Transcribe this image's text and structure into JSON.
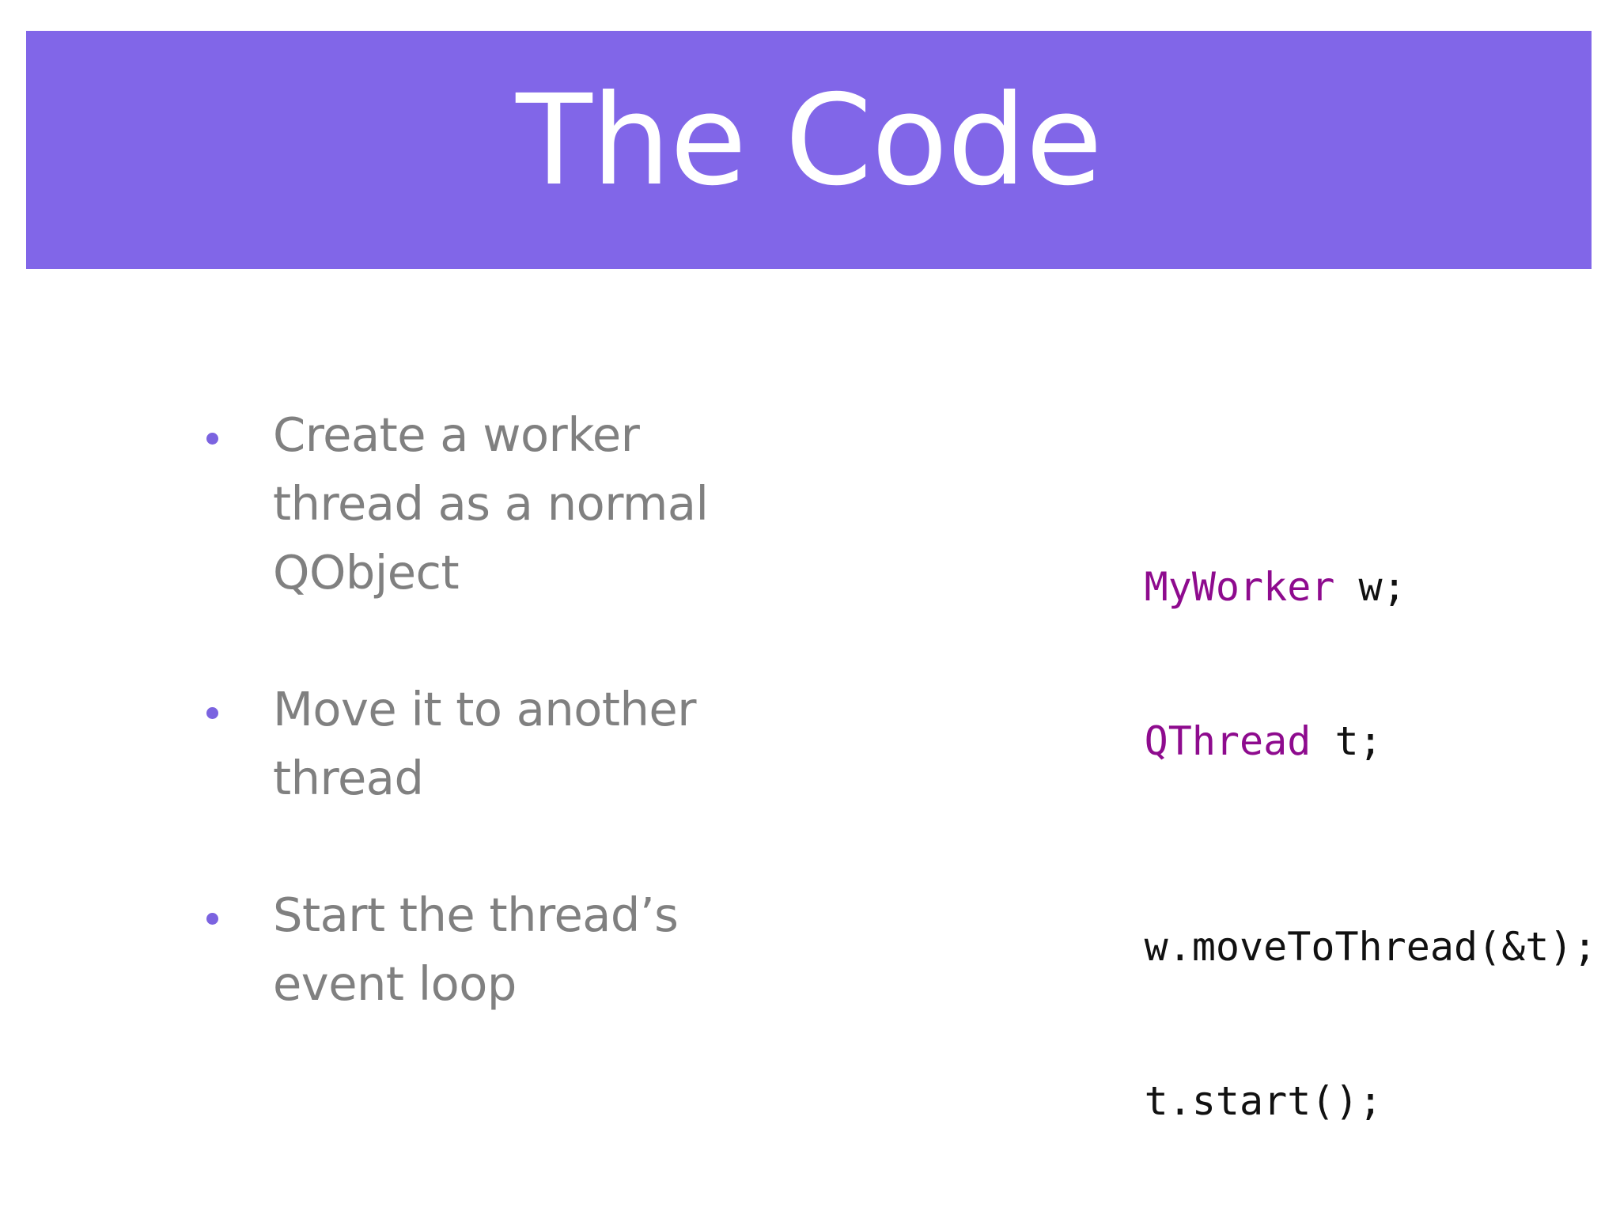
{
  "slide": {
    "title": "The Code",
    "banner_color": "#8166e8",
    "background_color": "#ffffff",
    "body_text_color": "#808080",
    "bullet_color": "#7b63e0"
  },
  "bullets": [
    {
      "text": "Create a worker thread as a normal QObject"
    },
    {
      "text": "Move it to another thread"
    },
    {
      "text": "Start the thread’s event loop"
    }
  ],
  "code": {
    "language": "cpp",
    "type_color": "#8e0b8e",
    "plain_color": "#111111",
    "lines": [
      {
        "type": "MyWorker",
        "plain": " w;"
      },
      {
        "type": "QThread",
        "plain": " t;"
      },
      {
        "type": "",
        "plain": ""
      },
      {
        "type": "",
        "plain": "w.moveToThread(&t);"
      },
      {
        "type": "",
        "plain": "t.start();"
      }
    ],
    "full_text": "MyWorker w;\nQThread t;\n\nw.moveToThread(&t);\nt.start();"
  }
}
